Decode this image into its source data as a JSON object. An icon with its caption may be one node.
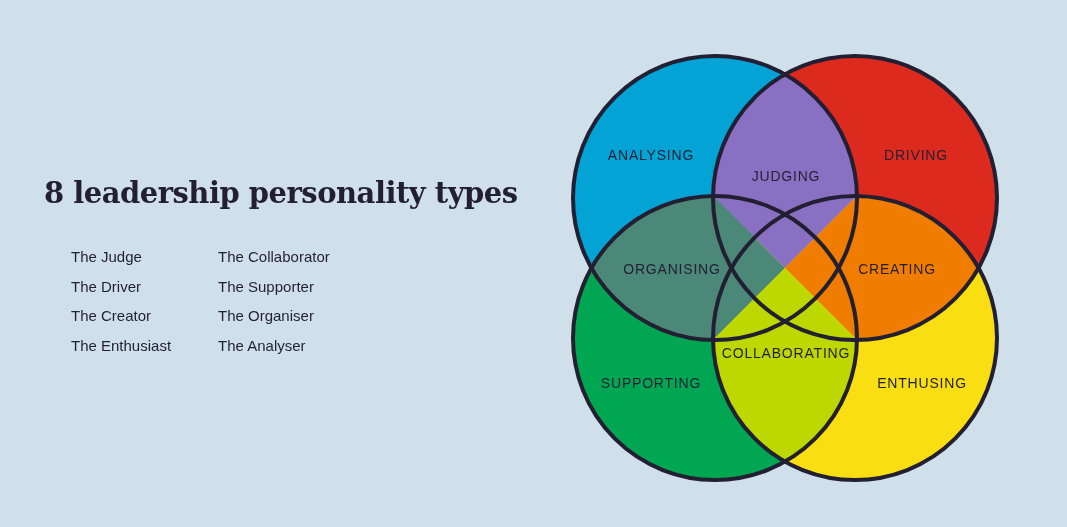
{
  "diagram": {
    "title": "8 leadership personality types",
    "nodes": [
      {
        "text": [
          "ANALYSING"
        ]
      },
      {
        "text": [
          "DRIVING"
        ]
      },
      {
        "text": [
          "JUDGING"
        ]
      },
      {
        "text": [
          "ORGANISING"
        ]
      },
      {
        "text": [
          "CREATING"
        ]
      },
      {
        "text": [
          "COLLABORATING"
        ]
      },
      {
        "text": [
          "SUPPORTING"
        ]
      },
      {
        "text": [
          "ENTHUSING"
        ]
      }
    ],
    "labels": [
      "The Judge",
      "The Driver",
      "The Creator",
      "The Enthusiast",
      "The Collaborator",
      "The Supporter",
      "The Organiser",
      "The Analyser"
    ]
  }
}
